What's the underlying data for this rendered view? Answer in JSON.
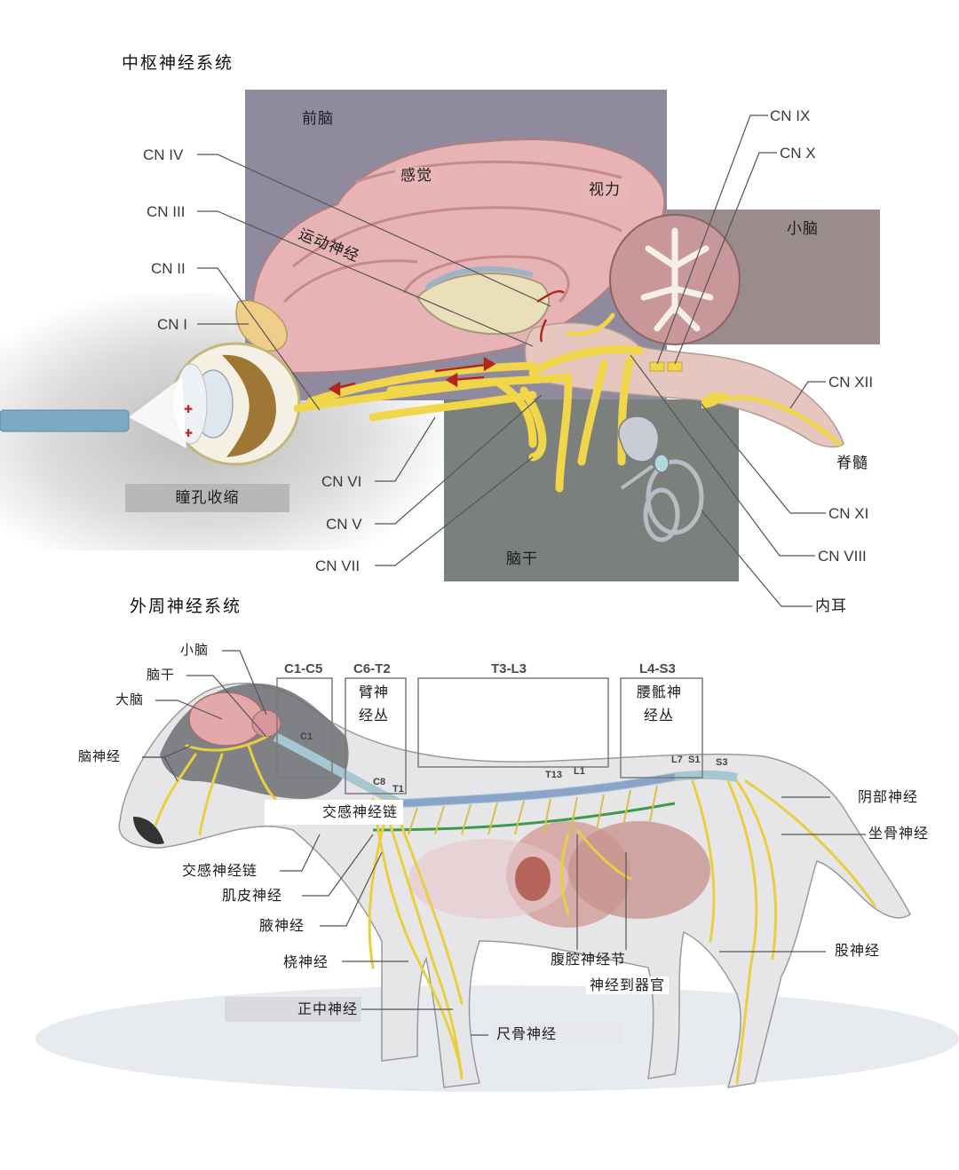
{
  "colors": {
    "forebrain_panel": "#8f8a9e",
    "cerebellum_panel": "#9a8b8d",
    "brainstem_panel": "#7b807d",
    "brain_pink": "#e7b3b5",
    "nerve_yellow": "#f2d64a",
    "spinal_pink": "#e6c7c0",
    "leader_line": "#555555"
  },
  "cns": {
    "title": "中枢神经系统",
    "regions": {
      "forebrain": "前脑",
      "cerebellum": "小脑",
      "brainstem": "脑干",
      "spinal_cord": "脊髓",
      "inner_ear": "内耳"
    },
    "cortex_labels": {
      "sensory": "感觉",
      "vision": "视力",
      "motor": "运动神经"
    },
    "pupil_label": "瞳孔收缩",
    "cranial_nerves_left": [
      "CN IV",
      "CN III",
      "CN II",
      "CN I"
    ],
    "cranial_nerves_bottom": [
      "CN VI",
      "CN V",
      "CN VII"
    ],
    "cranial_nerves_right_top": [
      "CN IX",
      "CN X"
    ],
    "cranial_nerves_right_bottom": [
      "CN XII",
      "CN XI",
      "CN VIII"
    ]
  },
  "pns": {
    "title": "外周神经系统",
    "head_labels": {
      "cerebellum": "小脑",
      "brainstem": "脑干",
      "cerebrum": "大脑",
      "cranial_nerves": "脑神经"
    },
    "segments": [
      {
        "range": "C1-C5",
        "label": ""
      },
      {
        "range": "C6-T2",
        "label_line1": "臂神",
        "label_line2": "经丛"
      },
      {
        "range": "T3-L3",
        "label": ""
      },
      {
        "range": "L4-S3",
        "label_line1": "腰骶神",
        "label_line2": "经丛"
      }
    ],
    "vertebra_marks": [
      "C1",
      "C8",
      "T1",
      "T13",
      "L1",
      "L7",
      "S1",
      "S3"
    ],
    "left_labels": {
      "sympathetic_chain_box": "交感神经链",
      "sympathetic_chain": "交感神经链",
      "musculocutaneous": "肌皮神经",
      "axillary": "腋神经",
      "radial": "桡神经",
      "median": "正中神经",
      "ulnar": "尺骨神经"
    },
    "center_labels": {
      "celiac_ganglion": "腹腔神经节",
      "nerves_to_organs": "神经到器官"
    },
    "right_labels": {
      "pudendal": "阴部神经",
      "sciatic": "坐骨神经",
      "femoral": "股神经"
    }
  }
}
